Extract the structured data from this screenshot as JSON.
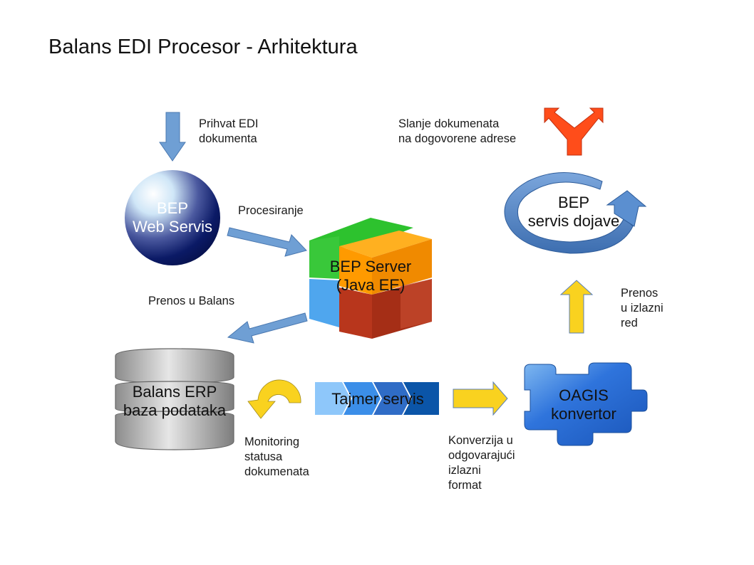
{
  "title": "Balans EDI Procesor - Arhitektura",
  "nodes": {
    "web_service": {
      "label": "BEP\nWeb Servis",
      "icon": "sphere-icon"
    },
    "server": {
      "label": "BEP Server\n(Java EE)",
      "icon": "cube-blocks-icon"
    },
    "notify": {
      "label": "BEP\nservis dojave",
      "icon": "circular-arrow-icon"
    },
    "erp_db": {
      "label": "Balans ERP\nbaza podataka",
      "icon": "database-icon"
    },
    "timer": {
      "label": "Tajmer servis",
      "icon": "chevron-process-icon"
    },
    "oagis": {
      "label": "OAGIS\nkonvertor",
      "icon": "puzzle-piece-icon"
    },
    "dispatch": {
      "icon": "split-arrow-icon"
    }
  },
  "edges": {
    "accept": "Prihvat EDI\ndokumenta",
    "processing": "Procesiranje",
    "transfer_balans": "Prenos u Balans",
    "monitoring": "Monitoring\nstatusa\ndokumenata",
    "conversion": "Konverzija u\nodgovarajući\nizlazni\nformat",
    "output_queue": "Prenos\nu izlazni\nred",
    "sending": "Slanje dokumenata\nna dogovorene adrese"
  },
  "colors": {
    "arrow_blue": "#6f9fd4",
    "arrow_yellow": "#f9d21f",
    "split_red": "#ff4d1a",
    "sphere_dark": "#0a1760",
    "cube_green": "#39c83a",
    "cube_orange": "#ff9a00",
    "cube_blue": "#4fa6ee",
    "cube_red": "#b8361c",
    "puzzle_blue": "#2c6fd6"
  }
}
